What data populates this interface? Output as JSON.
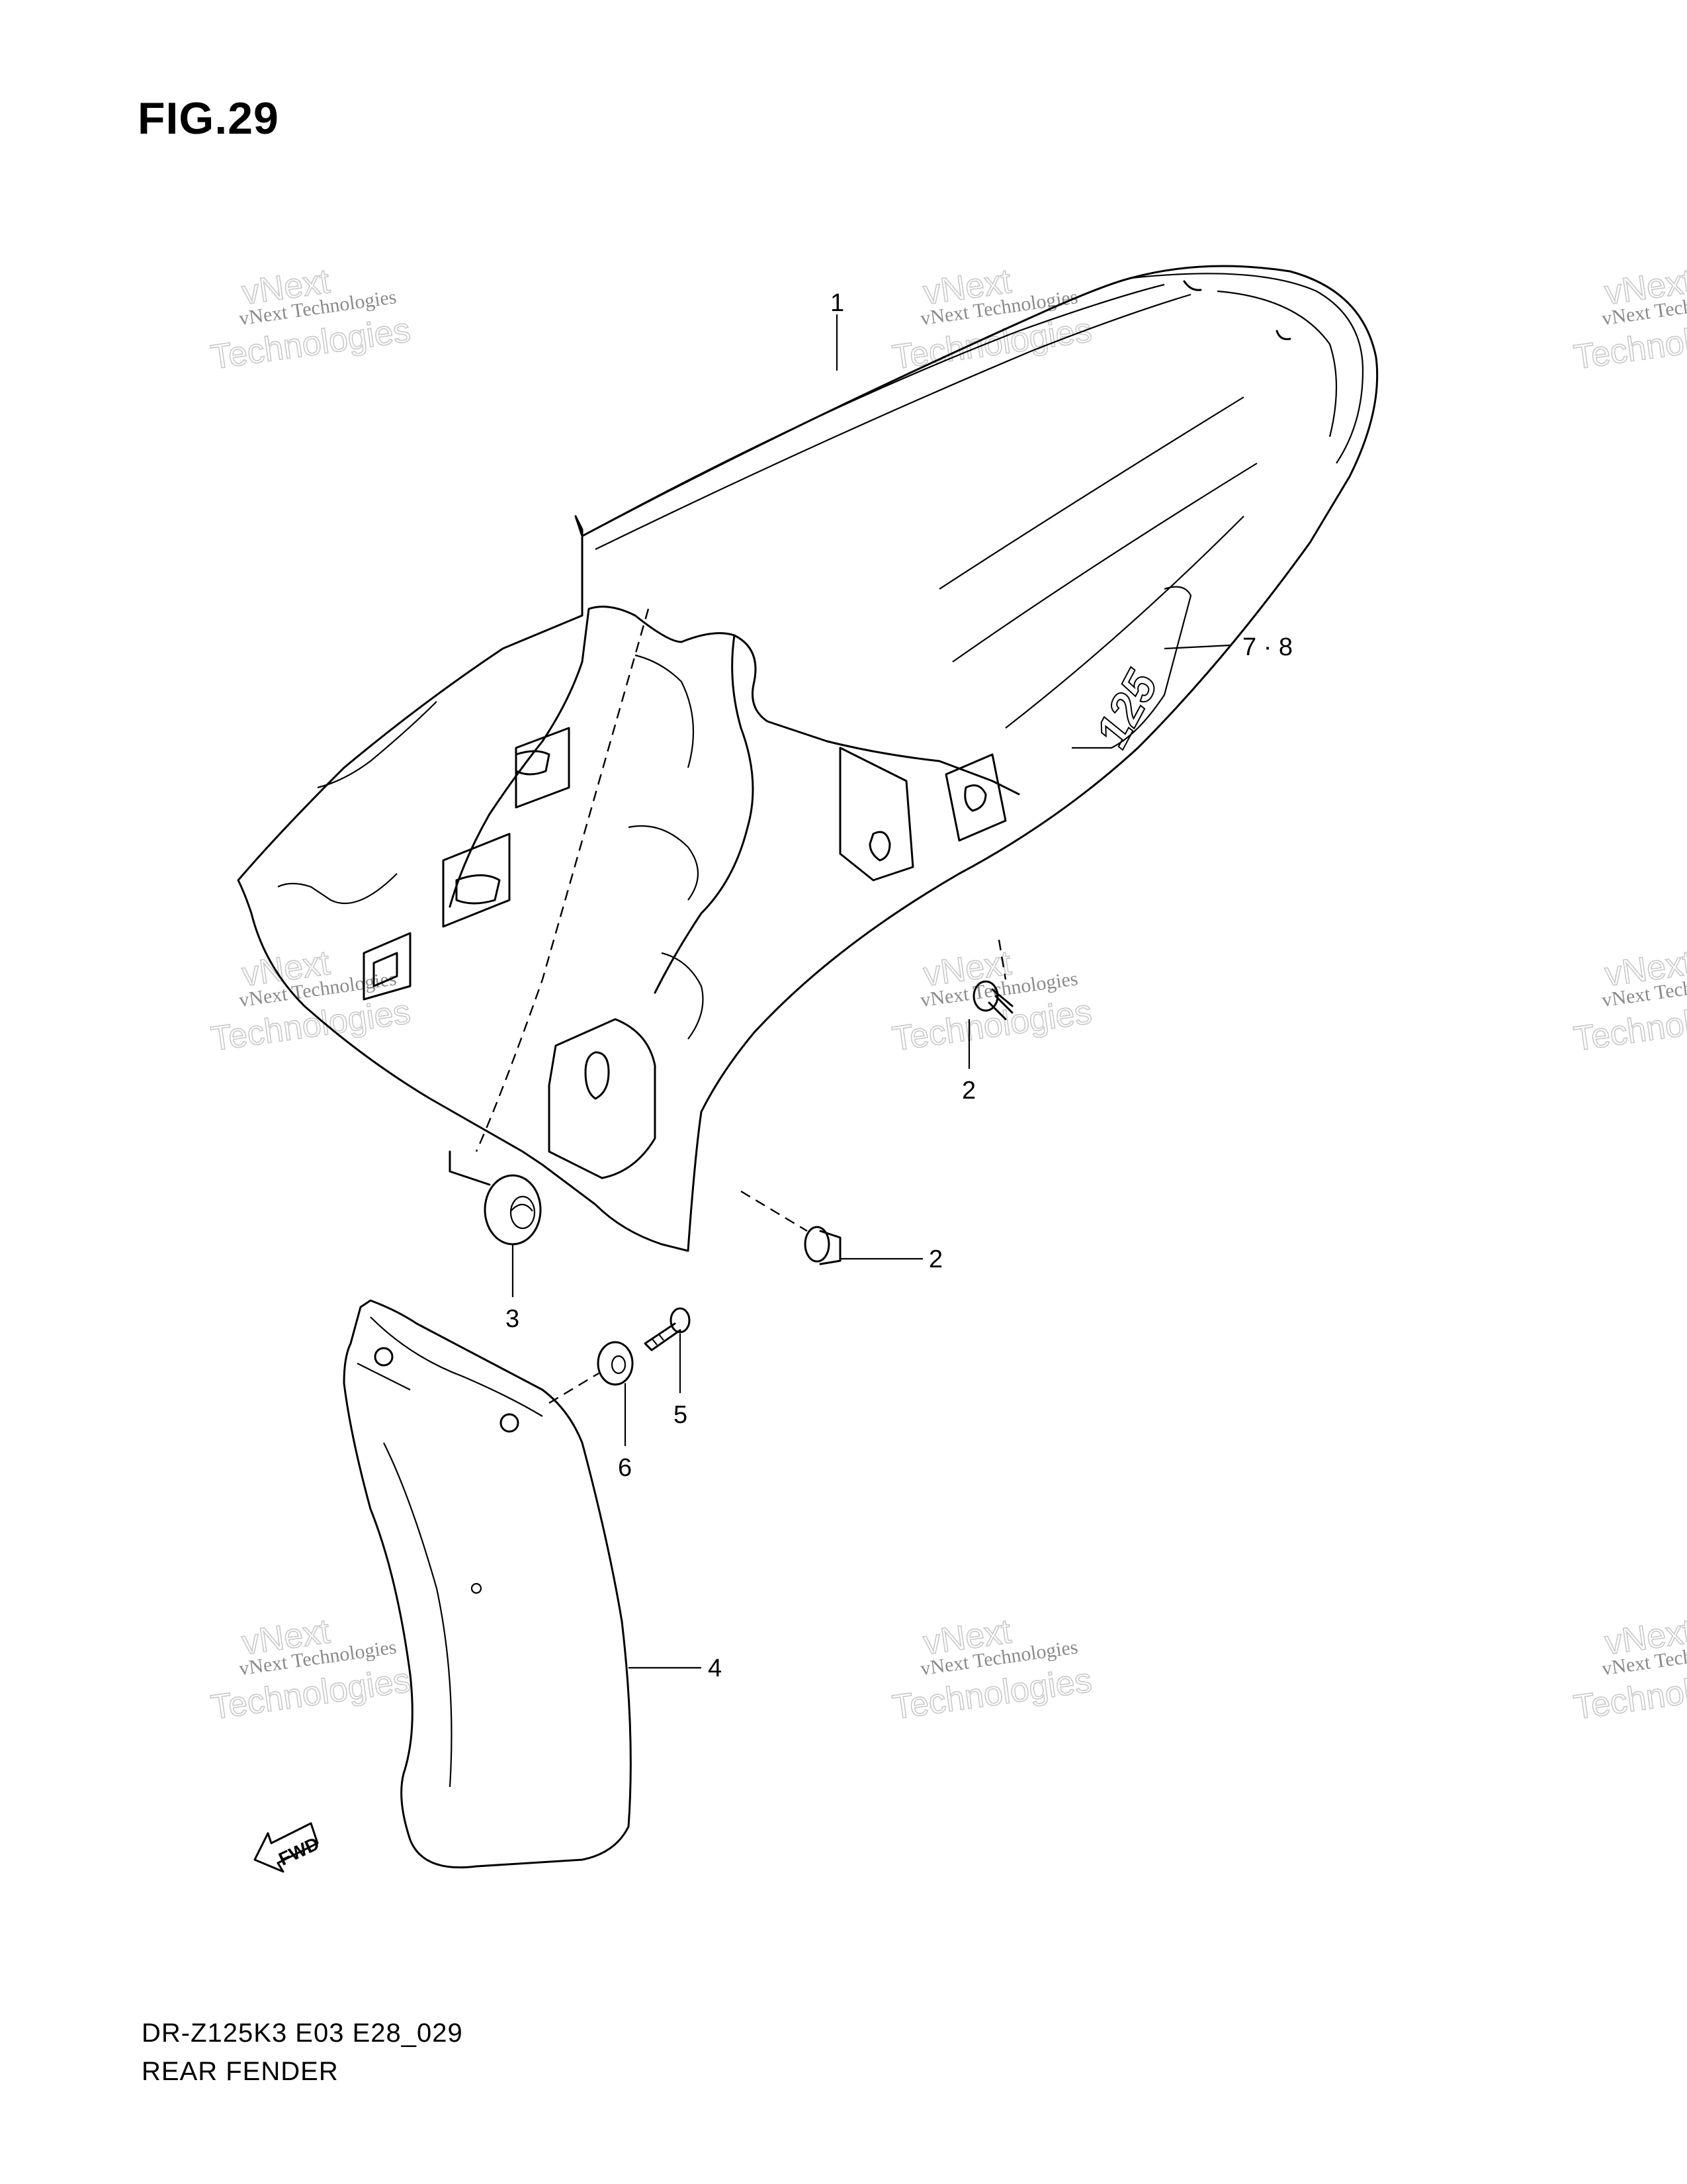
{
  "figure": {
    "title": "FIG.29",
    "model_code": "DR-Z125K3 E03 E28_029",
    "caption": "REAR FENDER"
  },
  "callouts": [
    {
      "id": "c1",
      "label": "1"
    },
    {
      "id": "c78",
      "label": "7 · 8"
    },
    {
      "id": "c2a",
      "label": "2"
    },
    {
      "id": "c2b",
      "label": "2"
    },
    {
      "id": "c3",
      "label": "3"
    },
    {
      "id": "c5",
      "label": "5"
    },
    {
      "id": "c6",
      "label": "6"
    },
    {
      "id": "c4",
      "label": "4"
    }
  ],
  "fender_decal": "125",
  "fwd_label": "FWD",
  "watermark": {
    "line1": "vNext Technologies",
    "line2": "vNext",
    "line3": "Technologies"
  }
}
